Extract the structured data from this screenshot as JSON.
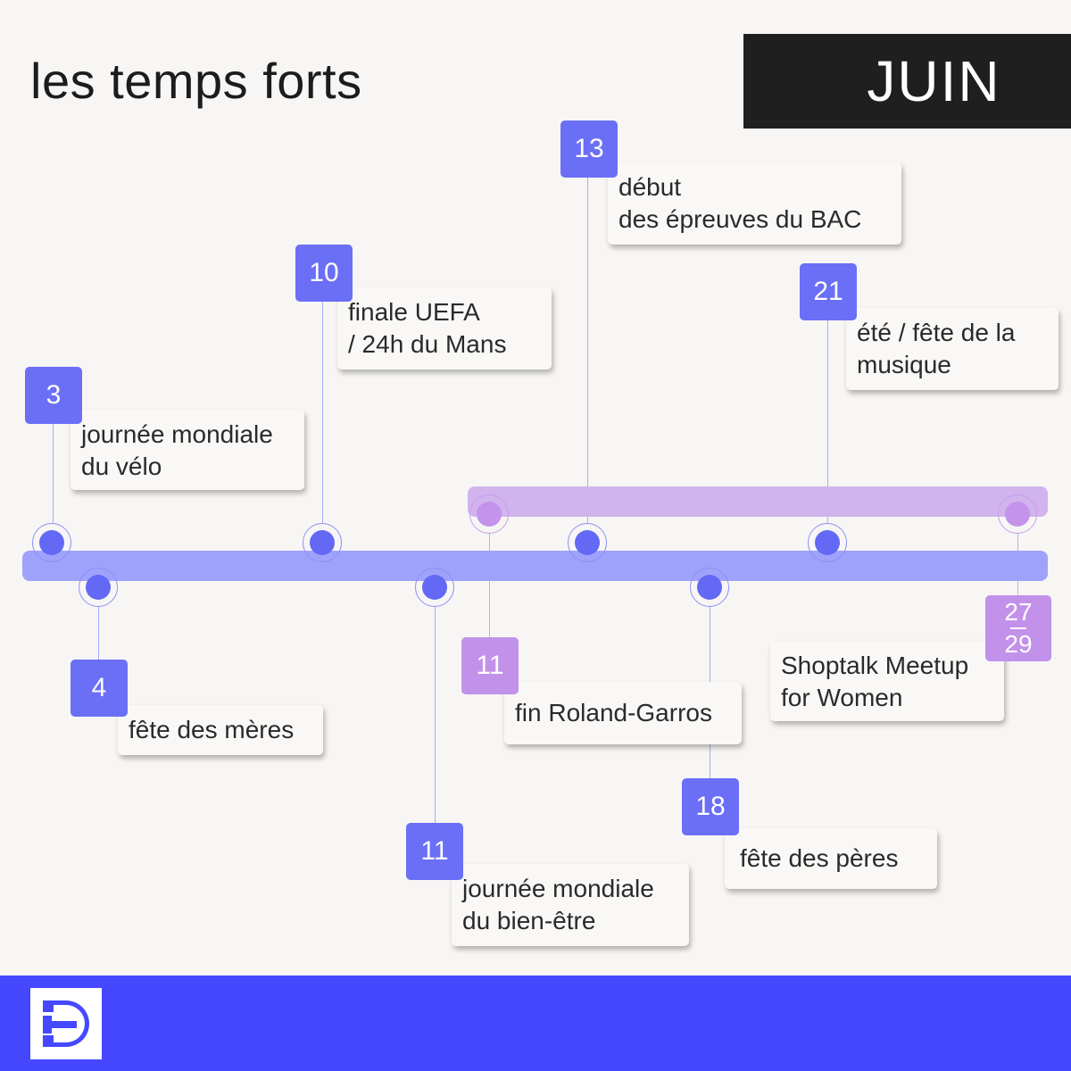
{
  "header": {
    "title": "les temps forts",
    "month": "JUIN"
  },
  "colors": {
    "main_bar": "#9fa2fa",
    "secondary_bar": "#d1b3ee",
    "badge_blue": "#6a6ff6",
    "badge_purple": "#c291e9",
    "footer": "#4548ff"
  },
  "events": [
    {
      "date": "3",
      "label": "journée mondiale\ndu vélo",
      "track": "main",
      "side": "above"
    },
    {
      "date": "4",
      "label": "fête des mères",
      "track": "main",
      "side": "below"
    },
    {
      "date": "10",
      "label": "finale UEFA\n/ 24h du Mans",
      "track": "main",
      "side": "above"
    },
    {
      "date": "11",
      "label": "journée mondiale\ndu bien-être",
      "track": "main",
      "side": "below"
    },
    {
      "date": "11",
      "label": "fin Roland-Garros",
      "track": "secondary",
      "side": "below"
    },
    {
      "date": "13",
      "label": "début\ndes épreuves du BAC",
      "track": "main",
      "side": "above"
    },
    {
      "date": "18",
      "label": "fête des pères",
      "track": "main",
      "side": "below"
    },
    {
      "date": "21",
      "label": "été / fête de la\nmusique",
      "track": "main",
      "side": "above"
    },
    {
      "date_start": "27",
      "date_end": "29",
      "label": "Shoptalk Meetup\nfor Women",
      "track": "secondary",
      "side": "below"
    }
  ],
  "footer": {
    "logo_icon": "ed-logo-icon"
  }
}
